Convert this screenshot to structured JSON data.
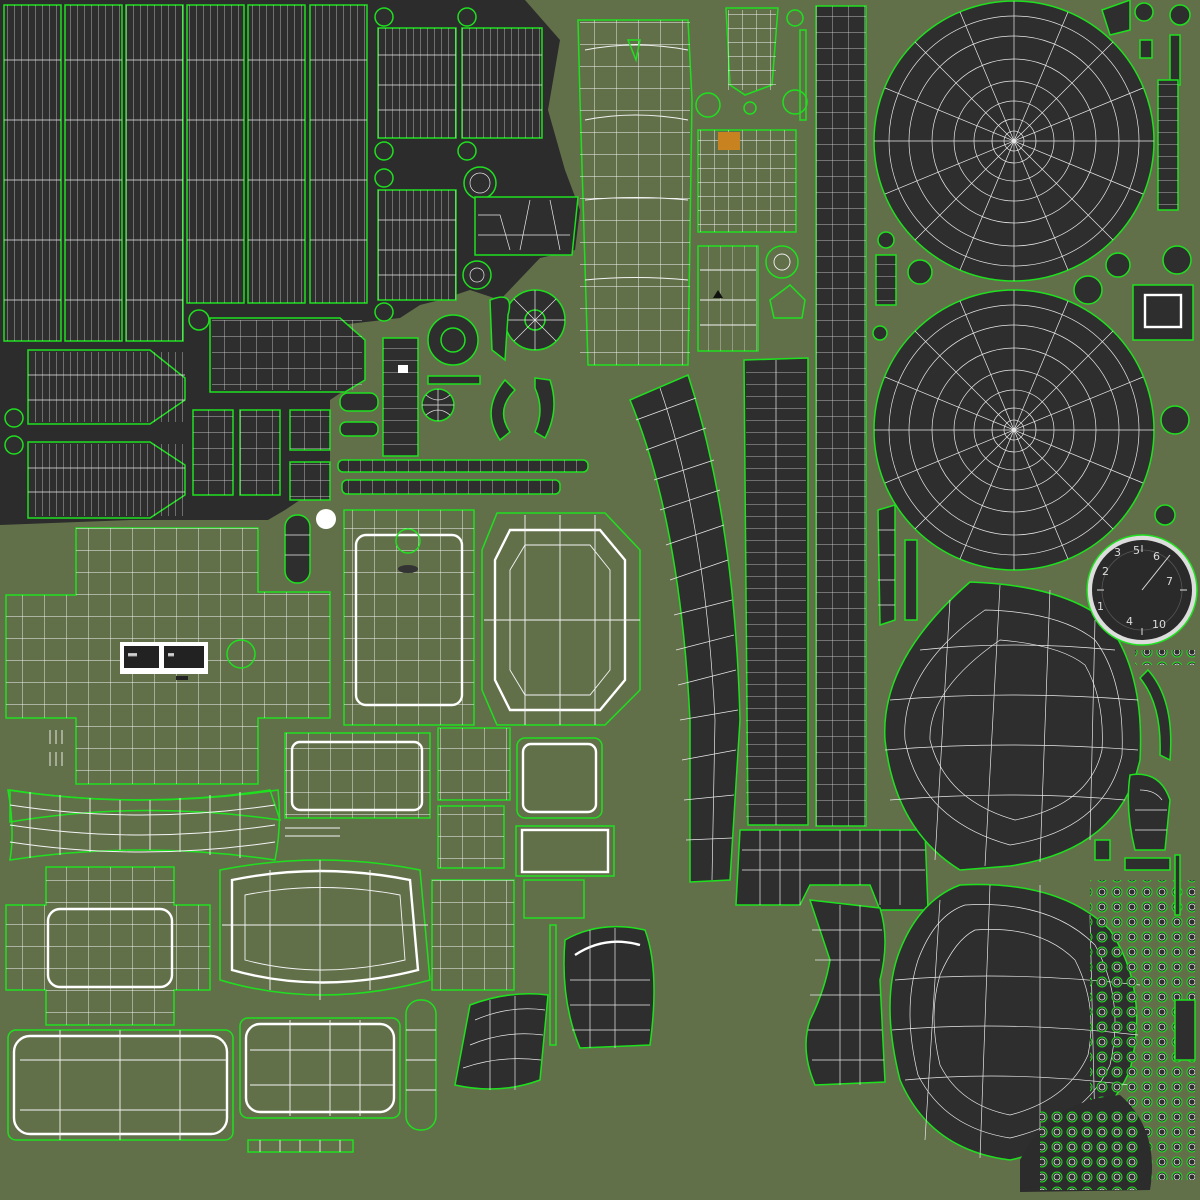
{
  "colors": {
    "background": "#62704a",
    "island_fill": "#2e2e2e",
    "island_gap": "#2c2c2c",
    "seam": "#1fe01f",
    "wire": "#f0f0f0",
    "decal": "#c8821f"
  },
  "gauge": {
    "numbers": [
      "5",
      "6",
      "7",
      "1",
      "2",
      "3",
      "4",
      "10"
    ]
  }
}
